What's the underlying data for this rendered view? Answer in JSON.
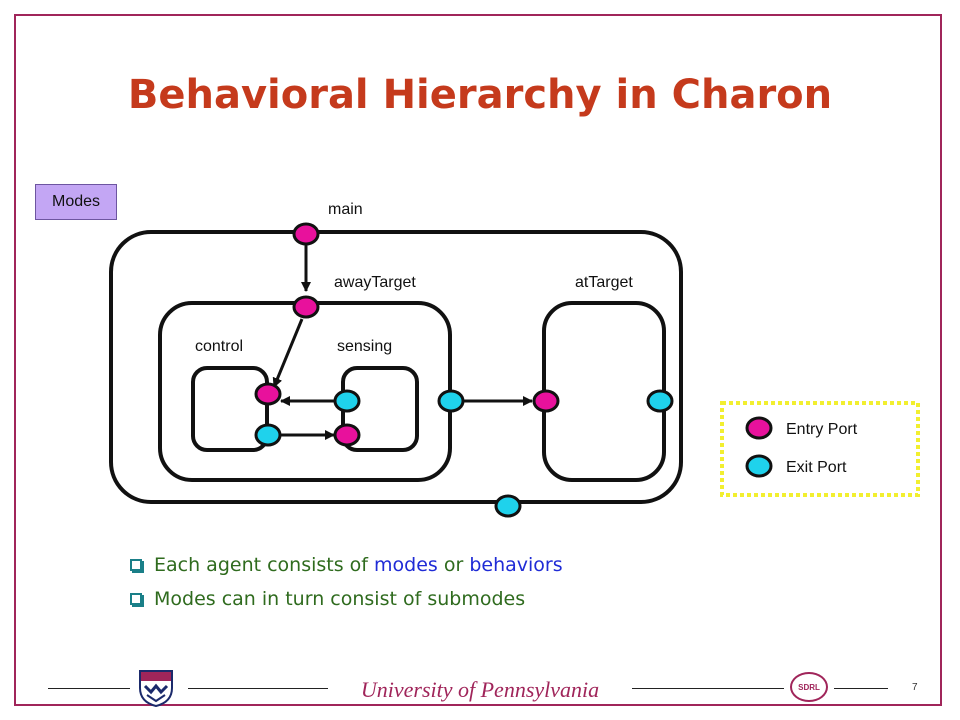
{
  "slide": {
    "title": "Behavioral Hierarchy in Charon",
    "modes_tag": "Modes",
    "page_number": "7",
    "footer": "University of Pennsylvania",
    "logo_text": "SDRL"
  },
  "diagram": {
    "mode_labels": {
      "main": "main",
      "away_target": "awayTarget",
      "at_target": "atTarget",
      "control": "control",
      "sensing": "sensing"
    },
    "legend": {
      "entry_label": "Entry Port",
      "exit_label": "Exit Port"
    }
  },
  "bullets": {
    "item1": {
      "before": "Each agent consists of ",
      "modes": "modes",
      "middle": " or ",
      "behaviors": "behaviors"
    },
    "item2": "Modes can in turn consist of submodes"
  },
  "colors": {
    "entry_port": "#e8119c",
    "exit_port": "#1fd2ec",
    "title": "#c53a1c",
    "accent": "#a0255a",
    "bullet_text": "#2f6b1e",
    "highlight": "#1f2bd6",
    "modes_tag_bg": "#c3a6f4"
  }
}
